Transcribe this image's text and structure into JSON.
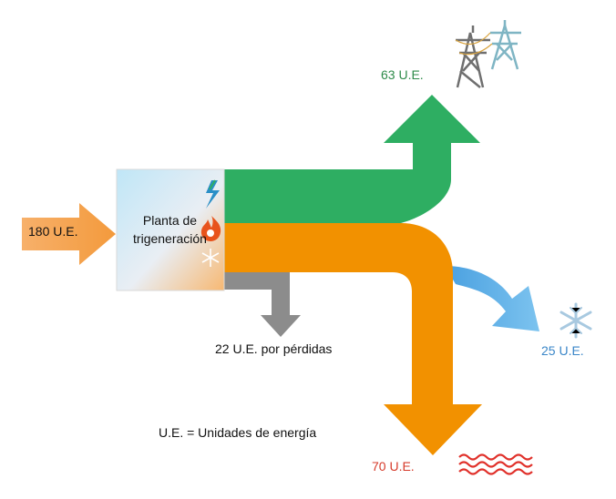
{
  "input": {
    "label": "180 U.E.",
    "value": 180,
    "color": "#f5a04a"
  },
  "plant": {
    "label_line1": "Planta de",
    "label_line2": "trigeneración"
  },
  "outputs": {
    "electricity": {
      "label": "63 U.E.",
      "value": 63,
      "color": "#2eae62",
      "icon": "power-tower-icon"
    },
    "heat": {
      "label": "70 U.E.",
      "value": 70,
      "color": "#f29100",
      "icon": "heat-waves-icon"
    },
    "cold": {
      "label": "25 U.E.",
      "value": 25,
      "color": "#5aaee6",
      "icon": "snowflake-icon"
    },
    "losses": {
      "label": "22 U.E. por pérdidas",
      "value": 22,
      "color": "#8c8c8c"
    }
  },
  "legend": "U.E. = Unidades de energía",
  "plant_icons": [
    "lightning-icon",
    "flame-icon",
    "snowflake-icon"
  ]
}
